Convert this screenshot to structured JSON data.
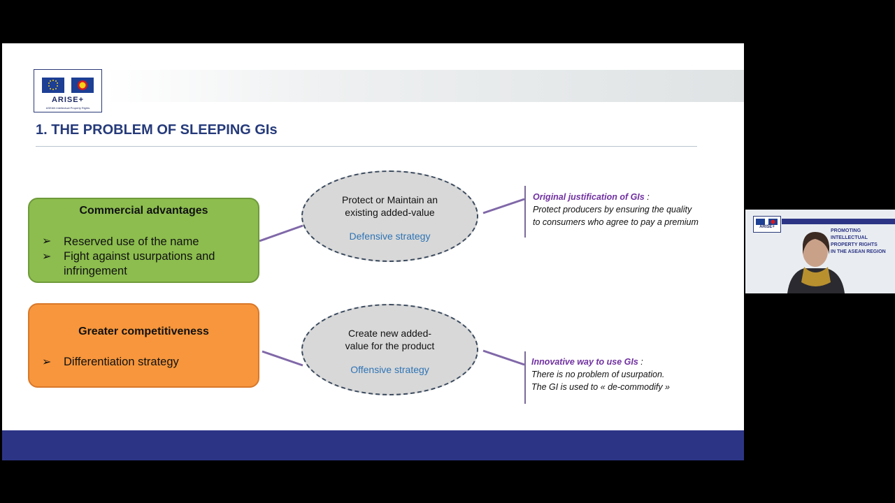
{
  "slide": {
    "title": "1. THE PROBLEM OF SLEEPING GIs",
    "logo": {
      "name": "ARISE+",
      "subtitle": "ASEAN Intellectual Property Rights"
    },
    "boxes": [
      {
        "title": "Commercial advantages",
        "bullets": [
          "Reserved use of the name",
          "Fight against usurpations and infringement"
        ],
        "color": "#8cbd4e"
      },
      {
        "title": "Greater competitiveness",
        "bullets": [
          "Differentiation strategy"
        ],
        "color": "#f7963c"
      }
    ],
    "ellipses": [
      {
        "line1": "Protect or Maintain an",
        "line2": "existing added-value",
        "strategy": "Defensive strategy"
      },
      {
        "line1": "Create new added-",
        "line2": "value for the product",
        "strategy": "Offensive strategy"
      }
    ],
    "notes": [
      {
        "heading": "Original justification of GIs",
        "heading_suffix": " :",
        "line1": "Protect producers by ensuring the quality",
        "line2": "to consumers who agree to pay a premium"
      },
      {
        "heading": "Innovative way to use GIs",
        "heading_suffix": " :",
        "line1": "There is no problem of usurpation.",
        "line2": "The GI is used to « de-commodify »"
      }
    ],
    "colors": {
      "title": "#253a7a",
      "strategy_text": "#2e74b5",
      "note_heading": "#7030a0",
      "bottom_band": "#2c3585"
    }
  },
  "webcam": {
    "overlay_text": [
      "PROMOTING",
      "INTELLECTUAL",
      "PROPERTY RIGHTS",
      "IN THE ASEAN REGION"
    ],
    "logo_name": "ARISE+"
  }
}
